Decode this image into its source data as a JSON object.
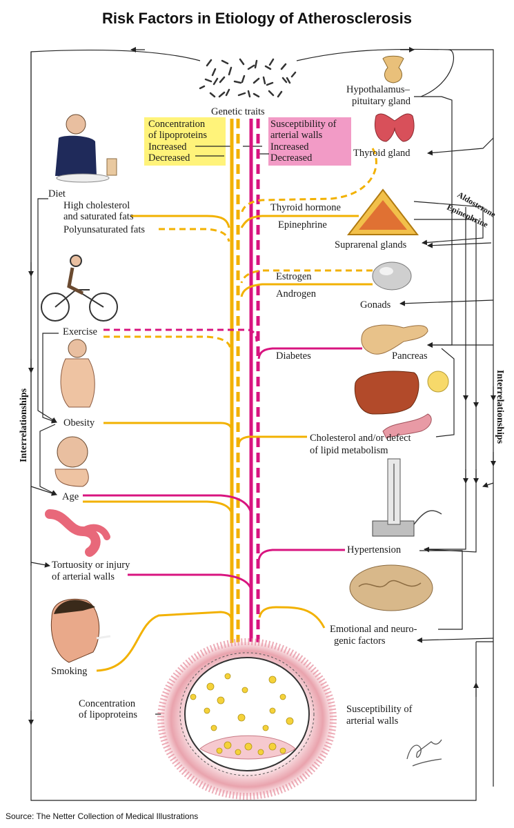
{
  "title": "Risk Factors in Etiology of Atherosclerosis",
  "source": "Source: The Netter Collection of Medical Illustrations",
  "labels": {
    "genetic_traits": "Genetic traits",
    "conc_lipo_box": [
      "Concentration",
      "of lipoproteins",
      "Increased",
      "Decreased"
    ],
    "suscept_box": [
      "Susceptibility of",
      "arterial walls",
      "Increased",
      "Decreased"
    ],
    "hypothalamus": [
      "Hypothalamus–",
      "pituitary gland"
    ],
    "thyroid_gland": "Thyroid gland",
    "thyroid_hormone": "Thyroid hormone",
    "epinephrine": "Epinephrine",
    "aldosterone": "Aldosterone",
    "epinephrine_curved": "Epinephrine",
    "suprarenal": "Suprarenal glands",
    "estrogen": "Estrogen",
    "androgen": "Androgen",
    "gonads": "Gonads",
    "diabetes": "Diabetes",
    "pancreas": "Pancreas",
    "cholesterol_defect": [
      "Cholesterol and/or defect",
      "of lipid metabolism"
    ],
    "hypertension": "Hypertension",
    "emotional": [
      "Emotional and neuro-",
      "genic factors"
    ],
    "diet": "Diet",
    "high_chol": [
      "High cholesterol",
      "and saturated fats"
    ],
    "polyunsat": "Polyunsaturated fats",
    "exercise": "Exercise",
    "obesity": "Obesity",
    "age": "Age",
    "tortuosity": [
      "Tortuosity or injury",
      "of arterial walls"
    ],
    "smoking": "Smoking",
    "bottom_conc": [
      "Concentration",
      "of lipoproteins"
    ],
    "bottom_suscept": [
      "Susceptibility of",
      "arterial walls"
    ],
    "interrelationships_left": "Interrelationships",
    "interrelationships_right": "Interrelationships"
  },
  "colors": {
    "lipoprotein": "#f2b100",
    "susceptibility": "#d8147f",
    "lipo_box": "#fff37a",
    "suscept_box": "#f29bc6",
    "line": "#222222"
  }
}
